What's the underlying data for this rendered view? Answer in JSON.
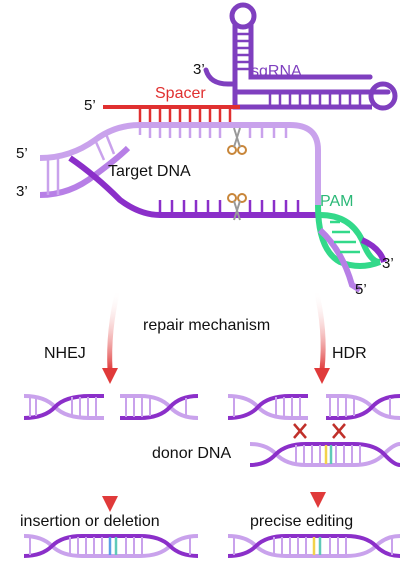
{
  "labels": {
    "sgrna_3prime": "3’",
    "sgrna": "sgRNA",
    "spacer_5prime": "5’",
    "spacer": "Spacer",
    "dna_top_5prime": "5’",
    "dna_bottom_3prime": "3’",
    "target_dna": "Target DNA",
    "pam": "PAM",
    "pam_3prime": "3’",
    "pam_5prime": "5’",
    "repair_mechanism": "repair mechanism",
    "nhej": "NHEJ",
    "hdr": "HDR",
    "donor_dna": "donor DNA",
    "insertion_or_deletion": "insertion or deletion",
    "precise_editing": "precise editing"
  },
  "colors": {
    "dna_dark": "#8b2fc9",
    "dna_light": "#c9a2ec",
    "dna_mid": "#a968df",
    "sgrna": "#7f3fbf",
    "spacer": "#e03030",
    "pam": "#33d98a",
    "arrow": "#e03a3a",
    "cross": "#c0302a",
    "scissors": "#c8863a",
    "insert_blue": "#5aa0e6",
    "insert_yellow": "#f2d24a",
    "insert_teal": "#5fc9b8"
  },
  "icons": [
    "scissors-icon",
    "cross-mark-icon",
    "arrow-down-icon"
  ]
}
